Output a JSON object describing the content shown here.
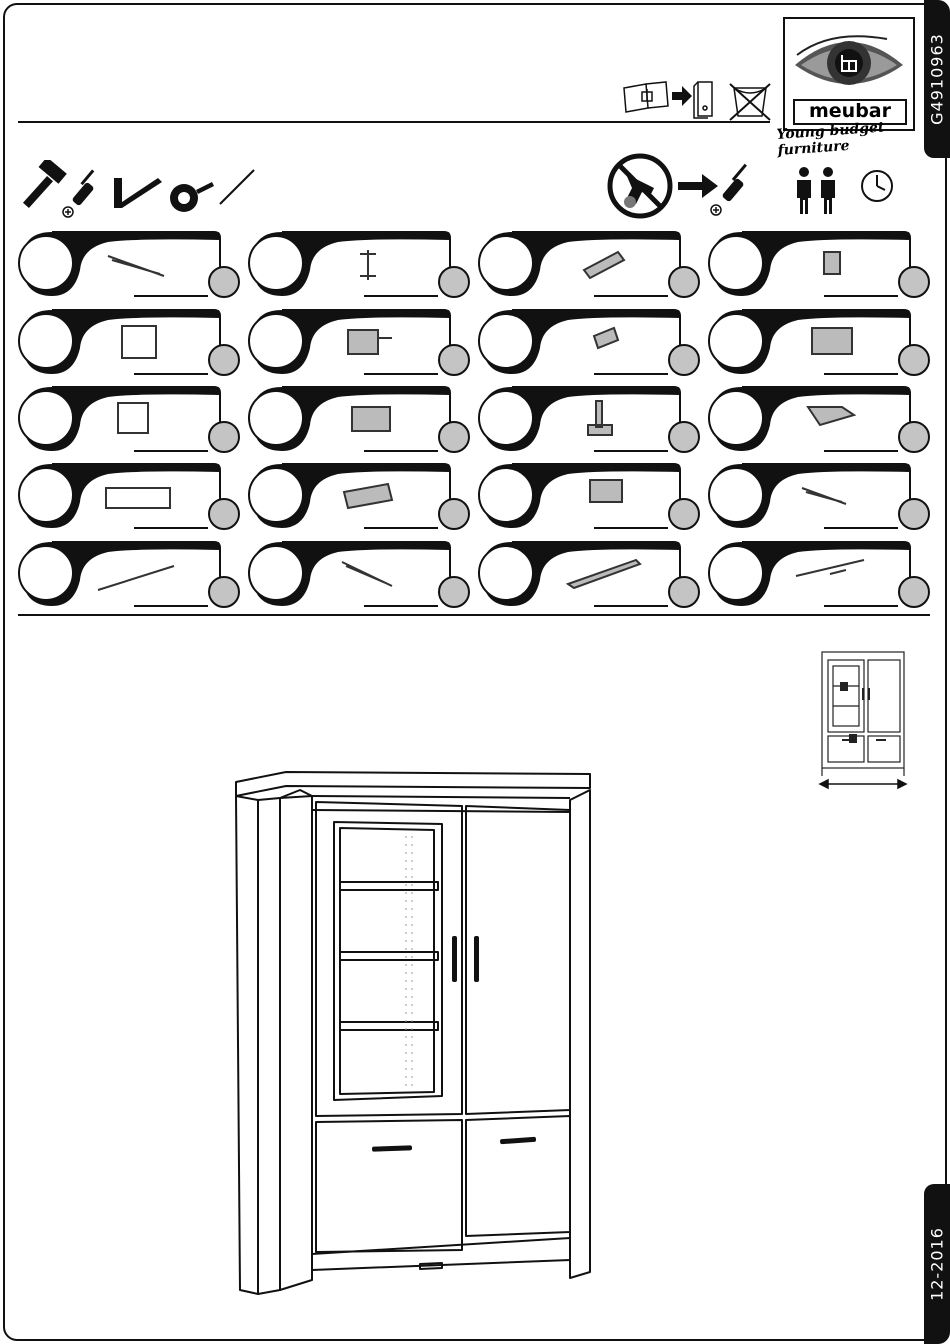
{
  "document": {
    "code": "G4910963",
    "date": "12-2016"
  },
  "brand": {
    "name": "meubar",
    "tagline": "Young budget furniture"
  },
  "icons": {
    "manual_steps": [
      "open-booklet-icon",
      "arrow-right-icon",
      "binder-icon",
      "no-washing-icon"
    ],
    "tools": [
      "hammer-icon",
      "phillips-screwdriver-icon",
      "square-ruler-icon",
      "tape-measure-icon",
      "pencil-icon"
    ],
    "no_power_tools": [
      "no-power-drill-icon",
      "arrow-right-icon",
      "phillips-screwdriver-icon"
    ],
    "people": "two-persons-icon",
    "time": "clock-icon"
  },
  "parts": [
    "long-wood-screw",
    "cam-fitting",
    "plastic-plug",
    "shelf-support-pin",
    "hinge-mounting-plate",
    "cup-hinge",
    "connector-pin",
    "cam-lock-housing",
    "corner-bracket",
    "lock-block",
    "shelf-support-clip",
    "drawer-hinge",
    "wooden-dowel-large",
    "wooden-dowel",
    "drawer-connector",
    "short-wood-screw",
    "led-strip",
    "machine-screw",
    "handle-bar",
    "led-light-cable"
  ]
}
